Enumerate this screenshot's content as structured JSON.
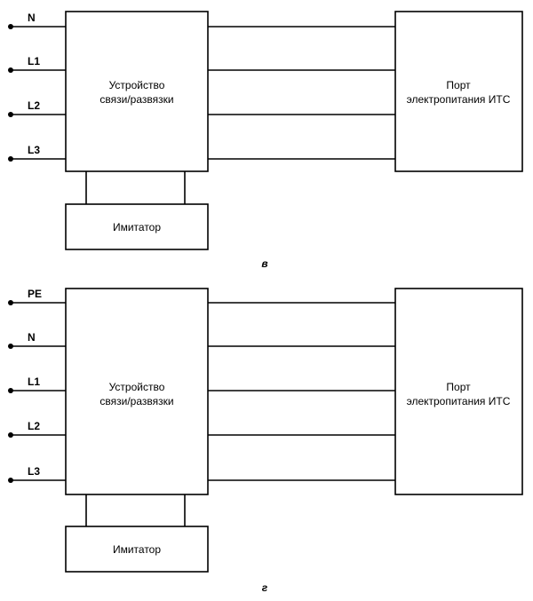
{
  "diagrams": [
    {
      "inputs": [
        "N",
        "L1",
        "L2",
        "L3"
      ],
      "coupling_device": [
        "Устройство",
        "связи/развязки"
      ],
      "port": [
        "Порт",
        "электропитания ИТС"
      ],
      "simulator": "Имитатор",
      "caption": "в"
    },
    {
      "inputs": [
        "PE",
        "N",
        "L1",
        "L2",
        "L3"
      ],
      "coupling_device": [
        "Устройство",
        "связи/развязки"
      ],
      "port": [
        "Порт",
        "электропитания ИТС"
      ],
      "simulator": "Имитатор",
      "caption": "г"
    }
  ]
}
